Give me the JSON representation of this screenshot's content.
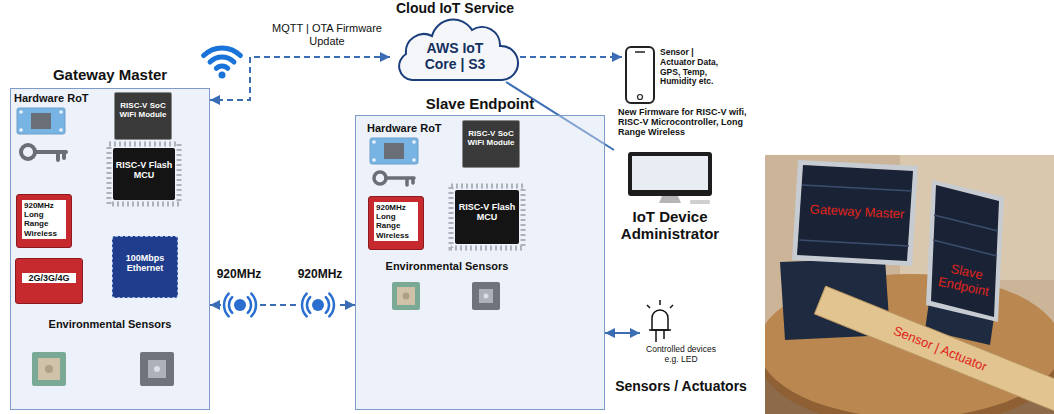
{
  "diagram": {
    "nodes": [
      {
        "text": [
          "Cloud IoT Service",
          "AWS IoT Core | S3"
        ]
      },
      {
        "text": [
          "Gateway Master"
        ]
      },
      {
        "text": [
          "Hardware RoT"
        ],
        "in": 1
      },
      {
        "text": [
          "RISC-V SoC WiFi Module"
        ],
        "in": 1
      },
      {
        "text": [
          "RISC-V Flash MCU"
        ],
        "in": 1
      },
      {
        "text": [
          "920MHz Long Range Wireless"
        ],
        "in": 1
      },
      {
        "text": [
          "2G/3G/4G"
        ],
        "in": 1
      },
      {
        "text": [
          "100Mbps Ethernet"
        ],
        "in": 1
      },
      {
        "text": [
          "Environmental Sensors"
        ],
        "in": 1
      },
      {
        "text": [
          "Slave Endpoint"
        ]
      },
      {
        "text": [
          "Hardware RoT"
        ],
        "in": 9
      },
      {
        "text": [
          "RISC-V SoC WiFi Module"
        ],
        "in": 9
      },
      {
        "text": [
          "920MHz Long Range Wireless"
        ],
        "in": 9
      },
      {
        "text": [
          "RISC-V Flash MCU"
        ],
        "in": 9
      },
      {
        "text": [
          "Environmental Sensors"
        ],
        "in": 9
      },
      {
        "text": [
          "Sensor | Actuator Data, GPS, Temp, Humidity etc."
        ]
      },
      {
        "text": [
          "IoT Device Administrator"
        ]
      },
      {
        "text": [
          "Controlled devices e.g. LED",
          "Sensors / Actuators"
        ]
      }
    ],
    "edges": [
      {
        "from": 0,
        "to": 1,
        "arrow": "both",
        "label": "MQTT | OTA Firmware Update"
      },
      {
        "from": 0,
        "to": 15,
        "arrow": "to"
      },
      {
        "from": 0,
        "to": 16,
        "arrow": "none",
        "label": "New Firmware for RISC-V wifi, RISC-V Microcontroller, Long Range Wireless"
      },
      {
        "from": 1,
        "to": 9,
        "arrow": "both"
      },
      {
        "from": 9,
        "to": 17,
        "arrow": "both"
      }
    ],
    "labels": [
      "920MHz",
      "920MHz",
      "Gateway Master",
      "Slave Endpoint",
      "Sensor | Actuator"
    ]
  }
}
